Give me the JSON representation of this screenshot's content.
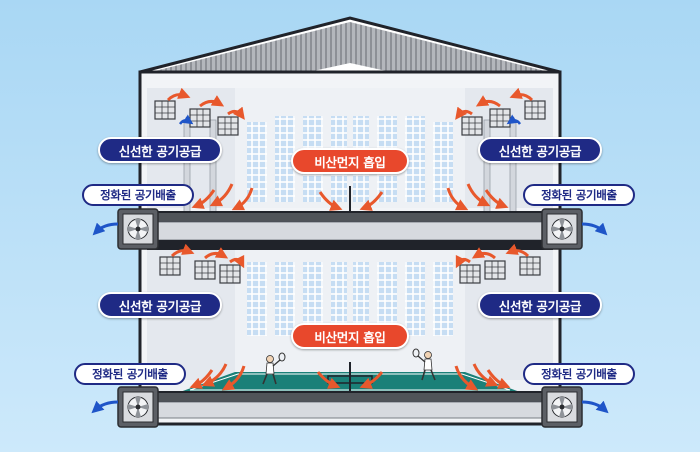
{
  "labels": {
    "fresh_air_supply": "신선한 공기공급",
    "dust_suction": "비산먼지 흡입",
    "purified_air_exhaust": "정화된 공기배출"
  },
  "colors": {
    "sky": "#b7def7",
    "roof": "#a3a6ab",
    "wall": "#f2f4f7",
    "navy_badge": "#1f2a85",
    "red_badge": "#e8482c",
    "arrow_supply": "#e8582c",
    "arrow_exhaust": "#1f55c8",
    "court": "#1a8078"
  },
  "icons": [
    "fan-exhaust-icon",
    "air-supply-unit-icon",
    "flow-arrow-icon",
    "badminton-player-icon",
    "badminton-net-icon"
  ]
}
